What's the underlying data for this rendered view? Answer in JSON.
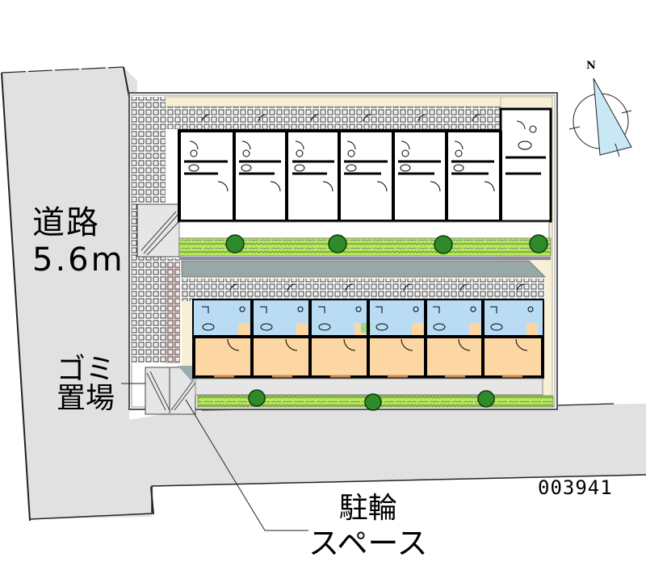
{
  "map": {
    "type": "site-layout-plan",
    "colors": {
      "road": "#e1e1e1",
      "unit_floor": "#fcd6a3",
      "wet_area": "#b9dcf4",
      "paving_grid": "#d8d8d8",
      "planting": "#a6e34a",
      "tree": "#2f8a2a",
      "roof_band": "#98a8a6",
      "boundary_band": "#f7efd6",
      "compass_fill": "#c8e8f6"
    }
  },
  "labels": {
    "road": {
      "name": "道路",
      "width": "5.6m"
    },
    "trash": {
      "line1": "ゴミ",
      "line2": "置場"
    },
    "bicycle": {
      "line1": "駐輪",
      "line2": "スペース"
    },
    "property_id": "003941",
    "compass": {
      "north": "N"
    }
  },
  "buildings": [
    {
      "name": "north-building",
      "units": 7,
      "style": "monochrome"
    },
    {
      "name": "south-building",
      "units": 6,
      "style": "colored"
    }
  ]
}
